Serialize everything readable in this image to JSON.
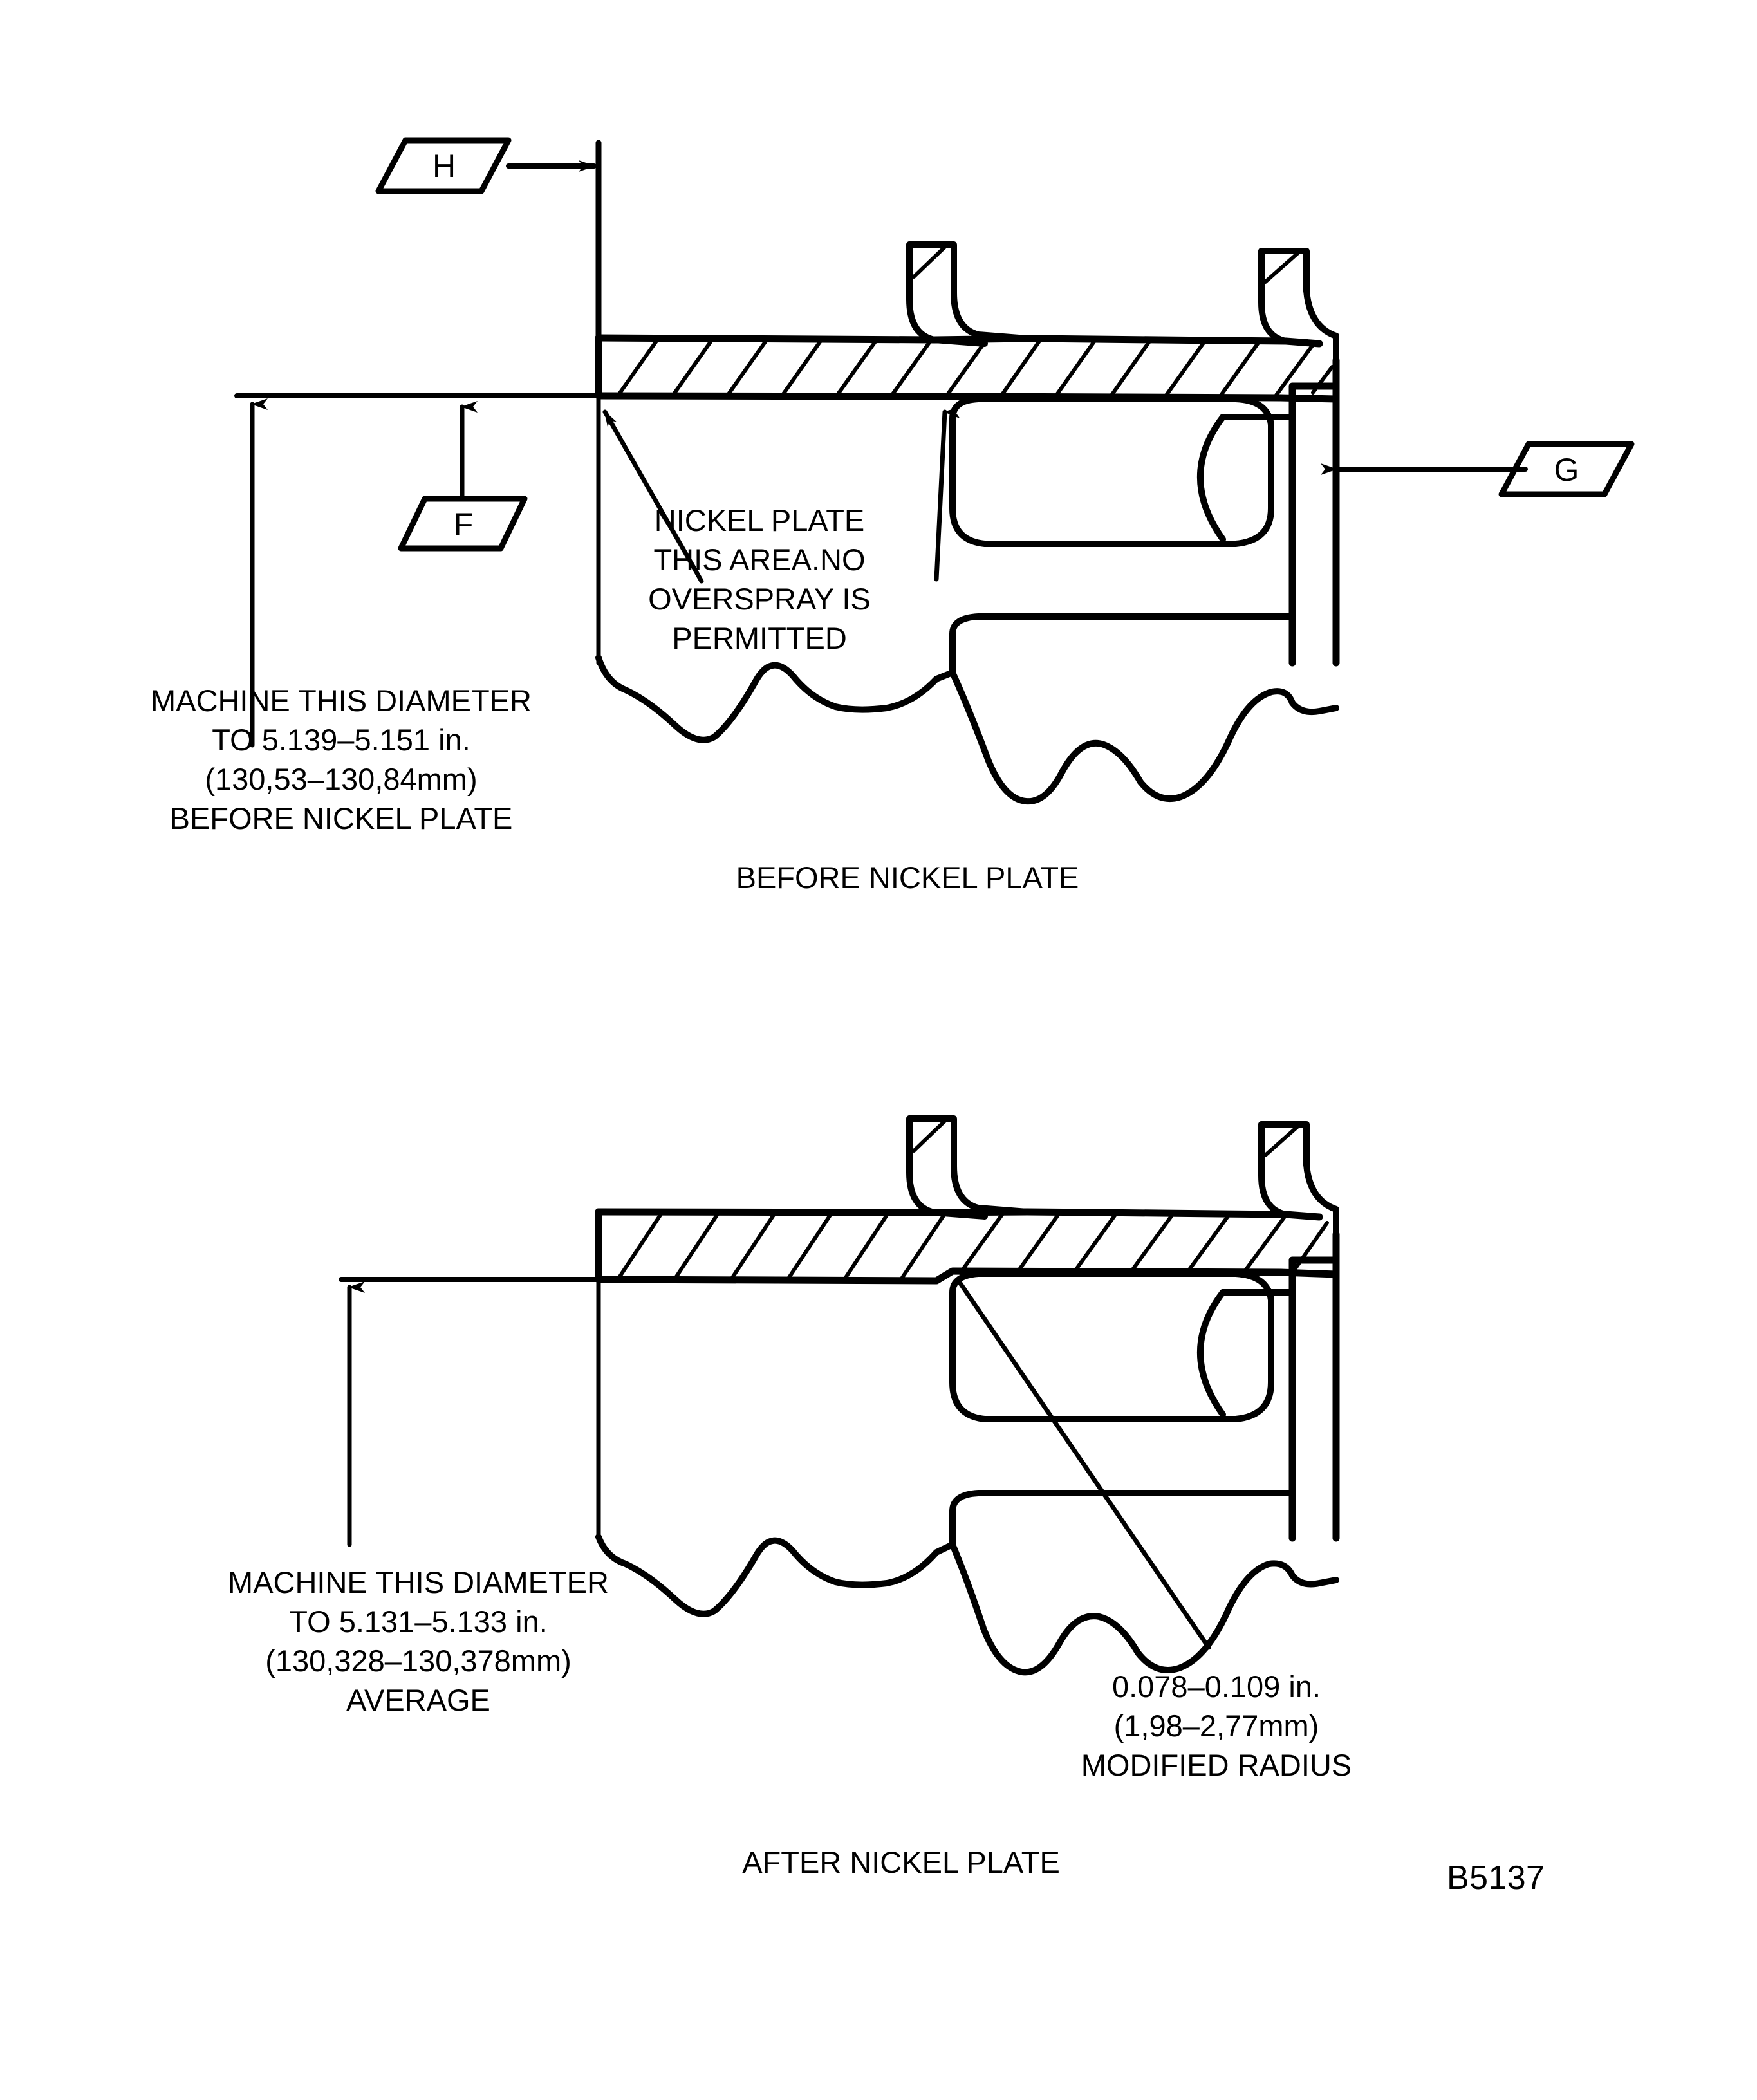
{
  "drawing": {
    "reference_number": "B5137",
    "figures": [
      {
        "id": "before",
        "caption": "BEFORE NICKEL PLATE",
        "flags": [
          "H",
          "F",
          "G"
        ],
        "notes": {
          "nickel_plate_note": [
            "NICKEL PLATE",
            "THIS AREA.NO",
            "OVERSPRAY IS",
            "PERMITTED"
          ],
          "diameter_note": [
            "MACHINE THIS DIAMETER",
            "TO 5.139–5.151 in.",
            "(130,53–130,84mm)",
            "BEFORE NICKEL PLATE"
          ]
        }
      },
      {
        "id": "after",
        "caption": "AFTER NICKEL PLATE",
        "flags": [],
        "notes": {
          "diameter_note": [
            "MACHINE THIS DIAMETER",
            "TO 5.131–5.133 in.",
            "(130,328–130,378mm)",
            "AVERAGE"
          ],
          "radius_note": [
            "0.078–0.109 in.",
            "(1,98–2,77mm)",
            "MODIFIED RADIUS"
          ]
        }
      }
    ]
  },
  "flag_labels": {
    "h": "H",
    "f": "F",
    "g": "G"
  },
  "colors": {
    "line": "#000000",
    "background": "#ffffff"
  }
}
